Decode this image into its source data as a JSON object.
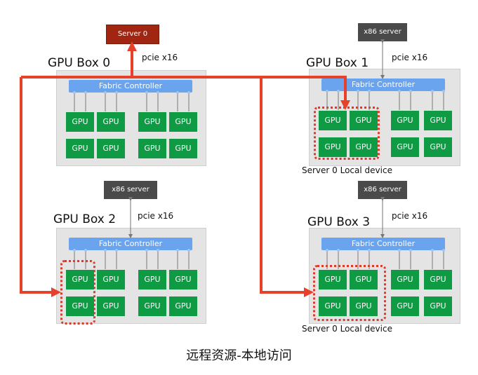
{
  "servers": {
    "server0": "Server 0",
    "x86": "x86 server"
  },
  "boxes": [
    {
      "title": "GPU Box 0",
      "pcie": "pcie x16",
      "fabric": "Fabric Controller"
    },
    {
      "title": "GPU  Box 1",
      "pcie": "pcie x16",
      "fabric": "Fabric Controller",
      "local_note": "Server 0 Local device"
    },
    {
      "title": "GPU Box 2",
      "pcie": "pcie x16",
      "fabric": "Fabric Controller"
    },
    {
      "title": "GPU Box 3",
      "pcie": "pcie x16",
      "fabric": "Fabric Controller",
      "local_note": "Server 0 Local device"
    }
  ],
  "gpu_label": "GPU",
  "caption": "远程资源-本地访问",
  "colors": {
    "box_bg": "#e4e4e4",
    "fabric": "#6aa3ee",
    "gpu": "#0f9b44",
    "server0": "#a12612",
    "x86": "#4a4a4a",
    "arrow": "#e8412b"
  }
}
